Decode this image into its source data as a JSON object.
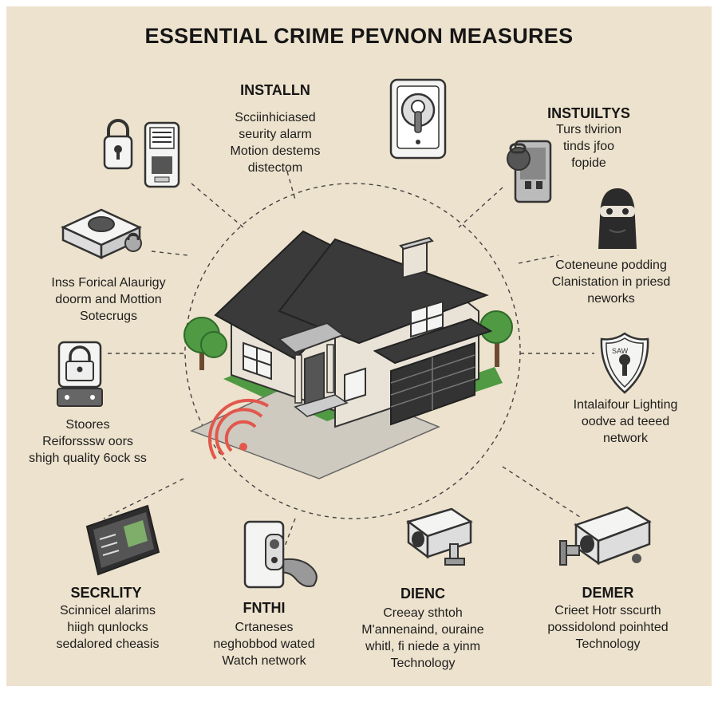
{
  "title": "ESSENTIAL CRIME PEVNON MEASURES",
  "colors": {
    "background": "#ede2cd",
    "roof": "#3a3a3a",
    "wall": "#e9e2d6",
    "grass": "#4f9a43",
    "tree": "#4f9a43",
    "signal": "#e2574c",
    "line": "#444444"
  },
  "blocks": {
    "top_center": {
      "heading": "INSTALLN",
      "lines": [
        "Scciinhiciased",
        "seurity alarm",
        "Motion destems",
        "distectom"
      ]
    },
    "top_right": {
      "heading": "INSTUILTYS",
      "lines": [
        "Turs tlvirion",
        "tinds jfoo",
        "fopide"
      ]
    },
    "left_upper": {
      "lines": [
        "Inss Forical Alaurigy",
        "doorm and Mottion",
        "Sotecrugs"
      ]
    },
    "right_upper": {
      "lines": [
        "Coteneune podding",
        "Clanistation in priesd",
        "neworks"
      ]
    },
    "left_middle": {
      "lines": [
        "Stoores",
        "Reiforsssw oors",
        "shigh quality 6ock ss"
      ]
    },
    "right_middle": {
      "lines": [
        "Intalaifour Lighting",
        "oodve ad teeed",
        "network"
      ]
    },
    "bottom_1": {
      "heading": "SECRLITY",
      "lines": [
        "Scinnicel alarims",
        "hiigh qunlocks",
        "sedalored cheasis"
      ]
    },
    "bottom_2": {
      "heading": "FNTHI",
      "lines": [
        "Crtaneses",
        "neghobbod wated",
        "Watch network"
      ]
    },
    "bottom_3": {
      "heading": "DIENC",
      "lines": [
        "Creeay sthtoh",
        "M'annenaind, ouraine",
        "whitl, fi niede a yinm",
        "Technology"
      ]
    },
    "bottom_4": {
      "heading": "DEMER",
      "lines": [
        "Crieet Hotr sscurth",
        "possidolond poinhted",
        "Technology"
      ]
    }
  },
  "icons": {
    "padlock_top": "padlock-icon",
    "keypad": "keypad-icon",
    "doorbell": "smart-doorbell-icon",
    "phone_lock": "phone-lock-icon",
    "burglar": "burglar-icon",
    "alarm_hub": "alarm-hub-icon",
    "shield": "shield-keyhole-icon",
    "lock_panel": "lock-panel-icon",
    "monitor": "monitor-icon",
    "video_doorbell": "video-doorbell-icon",
    "camera_1": "security-camera-icon",
    "camera_2": "security-camera-icon",
    "house": "house-illustration"
  },
  "labels": {
    "shield_text": "SAW"
  }
}
